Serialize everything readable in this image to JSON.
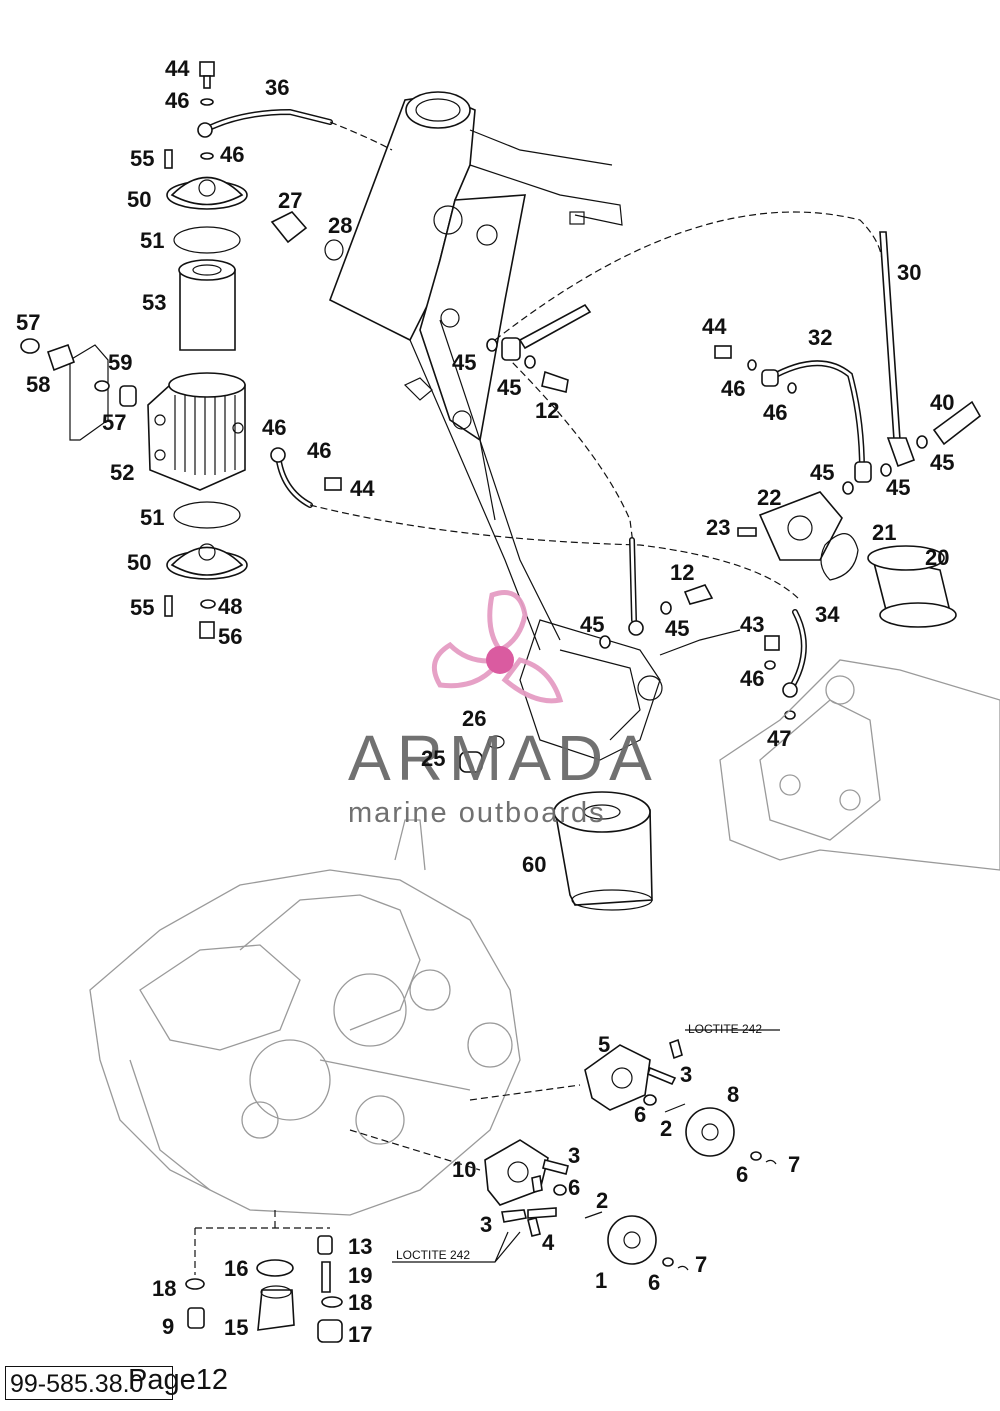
{
  "callouts": [
    {
      "id": "c-44a",
      "text": "44"
    },
    {
      "id": "c-46a",
      "text": "46"
    },
    {
      "id": "c-36",
      "text": "36"
    },
    {
      "id": "c-55a",
      "text": "55"
    },
    {
      "id": "c-46b",
      "text": "46"
    },
    {
      "id": "c-50a",
      "text": "50"
    },
    {
      "id": "c-27",
      "text": "27"
    },
    {
      "id": "c-28",
      "text": "28"
    },
    {
      "id": "c-51a",
      "text": "51"
    },
    {
      "id": "c-53",
      "text": "53"
    },
    {
      "id": "c-57a",
      "text": "57"
    },
    {
      "id": "c-59",
      "text": "59"
    },
    {
      "id": "c-58",
      "text": "58"
    },
    {
      "id": "c-57b",
      "text": "57"
    },
    {
      "id": "c-46c",
      "text": "46"
    },
    {
      "id": "c-46d",
      "text": "46"
    },
    {
      "id": "c-52",
      "text": "52"
    },
    {
      "id": "c-44b",
      "text": "44"
    },
    {
      "id": "c-51b",
      "text": "51"
    },
    {
      "id": "c-50b",
      "text": "50"
    },
    {
      "id": "c-55b",
      "text": "55"
    },
    {
      "id": "c-48",
      "text": "48"
    },
    {
      "id": "c-56",
      "text": "56"
    },
    {
      "id": "c-45a",
      "text": "45"
    },
    {
      "id": "c-45b",
      "text": "45"
    },
    {
      "id": "c-12a",
      "text": "12"
    },
    {
      "id": "c-30",
      "text": "30"
    },
    {
      "id": "c-44c",
      "text": "44"
    },
    {
      "id": "c-32",
      "text": "32"
    },
    {
      "id": "c-46e",
      "text": "46"
    },
    {
      "id": "c-46f",
      "text": "46"
    },
    {
      "id": "c-40",
      "text": "40"
    },
    {
      "id": "c-45c",
      "text": "45"
    },
    {
      "id": "c-45d",
      "text": "45"
    },
    {
      "id": "c-45e",
      "text": "45"
    },
    {
      "id": "c-22",
      "text": "22"
    },
    {
      "id": "c-23",
      "text": "23"
    },
    {
      "id": "c-21",
      "text": "21"
    },
    {
      "id": "c-20",
      "text": "20"
    },
    {
      "id": "c-12b",
      "text": "12"
    },
    {
      "id": "c-45f",
      "text": "45"
    },
    {
      "id": "c-45g",
      "text": "45"
    },
    {
      "id": "c-43",
      "text": "43"
    },
    {
      "id": "c-34",
      "text": "34"
    },
    {
      "id": "c-46g",
      "text": "46"
    },
    {
      "id": "c-26",
      "text": "26"
    },
    {
      "id": "c-47",
      "text": "47"
    },
    {
      "id": "c-25",
      "text": "25"
    },
    {
      "id": "c-60",
      "text": "60"
    },
    {
      "id": "c-5",
      "text": "5"
    },
    {
      "id": "c-3a",
      "text": "3"
    },
    {
      "id": "c-8",
      "text": "8"
    },
    {
      "id": "c-6a",
      "text": "6"
    },
    {
      "id": "c-2a",
      "text": "2"
    },
    {
      "id": "c-6b",
      "text": "6"
    },
    {
      "id": "c-7a",
      "text": "7"
    },
    {
      "id": "c-10",
      "text": "10"
    },
    {
      "id": "c-3b",
      "text": "3"
    },
    {
      "id": "c-6c",
      "text": "6"
    },
    {
      "id": "c-2b",
      "text": "2"
    },
    {
      "id": "c-3c",
      "text": "3"
    },
    {
      "id": "c-4",
      "text": "4"
    },
    {
      "id": "c-1",
      "text": "1"
    },
    {
      "id": "c-6d",
      "text": "6"
    },
    {
      "id": "c-7b",
      "text": "7"
    },
    {
      "id": "c-13",
      "text": "13"
    },
    {
      "id": "c-16",
      "text": "16"
    },
    {
      "id": "c-19",
      "text": "19"
    },
    {
      "id": "c-18a",
      "text": "18"
    },
    {
      "id": "c-18b",
      "text": "18"
    },
    {
      "id": "c-9",
      "text": "9"
    },
    {
      "id": "c-15",
      "text": "15"
    },
    {
      "id": "c-17",
      "text": "17"
    }
  ],
  "notes": {
    "loctite_top": "LOCTITE 242",
    "loctite_bottom": "LOCTITE 242"
  },
  "watermark": {
    "brand": "ARMADA",
    "tagline": "marine outboards",
    "colors": {
      "text": "#6a6a6a",
      "propeller": "#e59cc4",
      "hub": "#d9539b"
    }
  },
  "footer": {
    "code": "99-585.38.0",
    "page": "Page12"
  }
}
